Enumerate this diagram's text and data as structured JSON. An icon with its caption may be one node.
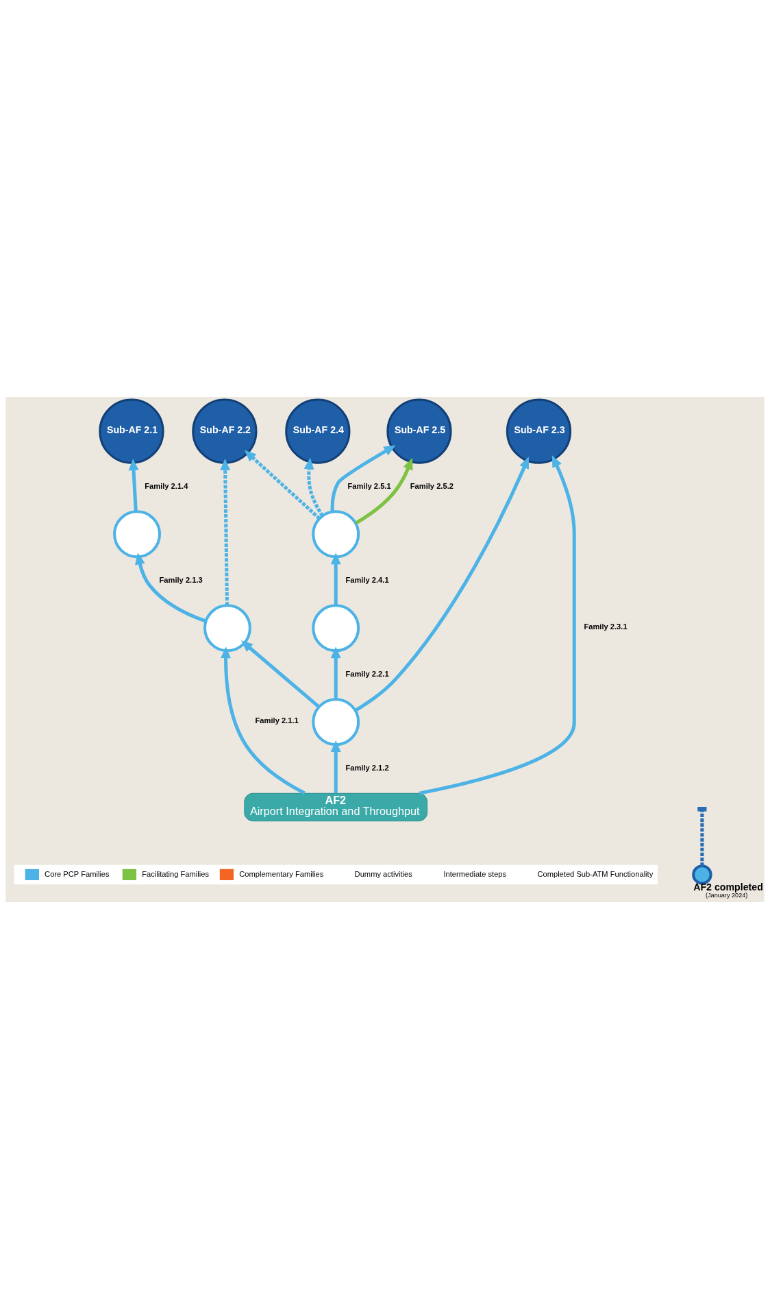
{
  "diagram": {
    "nodes": [
      {
        "text": [
          "AF2",
          "Airport Integration and Throughput"
        ]
      },
      {
        "text": [],
        "shape": "circle"
      },
      {
        "text": [],
        "shape": "circle"
      },
      {
        "text": [],
        "shape": "circle"
      },
      {
        "text": [],
        "shape": "circle"
      },
      {
        "text": [],
        "shape": "circle"
      },
      {
        "text": [
          "Sub-AF 2.1"
        ]
      },
      {
        "text": [
          "Sub-AF 2.2"
        ]
      },
      {
        "text": [
          "Sub-AF 2.4"
        ]
      },
      {
        "text": [
          "Sub-AF 2.5"
        ]
      },
      {
        "text": [
          "Sub-AF 2.3"
        ]
      },
      {
        "text": [],
        "shape": "circle",
        "beside": [
          "AF2 completed",
          "(January 2024)"
        ]
      }
    ],
    "edges": [
      {
        "from": 0,
        "to": 1,
        "arrow": "to",
        "label": "Family 2.1.1"
      },
      {
        "from": 0,
        "to": 2,
        "arrow": "to",
        "label": "Family 2.1.2"
      },
      {
        "from": 0,
        "to": 10,
        "arrow": "to",
        "label": "Family 2.3.1"
      },
      {
        "from": 2,
        "to": 1,
        "arrow": "to"
      },
      {
        "from": 2,
        "to": 3,
        "arrow": "to",
        "label": "Family 2.2.1"
      },
      {
        "from": 2,
        "to": 10,
        "arrow": "to"
      },
      {
        "from": 3,
        "to": 5,
        "arrow": "to",
        "label": "Family 2.4.1"
      },
      {
        "from": 1,
        "to": 4,
        "arrow": "to",
        "label": "Family 2.1.3"
      },
      {
        "from": 1,
        "to": 7,
        "arrow": "to",
        "style": "dashed"
      },
      {
        "from": 4,
        "to": 6,
        "arrow": "to",
        "label": "Family 2.1.4"
      },
      {
        "from": 5,
        "to": 7,
        "arrow": "to",
        "style": "dashed"
      },
      {
        "from": 5,
        "to": 8,
        "arrow": "to",
        "style": "dashed"
      },
      {
        "from": 5,
        "to": 9,
        "arrow": "to",
        "label": "Family 2.5.1"
      },
      {
        "from": 5,
        "to": 9,
        "arrow": "to",
        "label": "Family 2.5.2",
        "color": "#7dc242"
      },
      {
        "from": 11,
        "to": null,
        "arrow": "other",
        "style": "dashed",
        "color": "#2a6db5"
      }
    ],
    "legend": [
      {
        "text": "Core PCP Families",
        "color": "#4db3e6"
      },
      {
        "text": "Facilitating Families",
        "color": "#7dc242"
      },
      {
        "text": "Complementary Families",
        "color": "#f26522"
      },
      {
        "text": "Dummy activities"
      },
      {
        "text": "Intermediate steps"
      },
      {
        "text": "Completed Sub-ATM Functionality"
      }
    ]
  }
}
